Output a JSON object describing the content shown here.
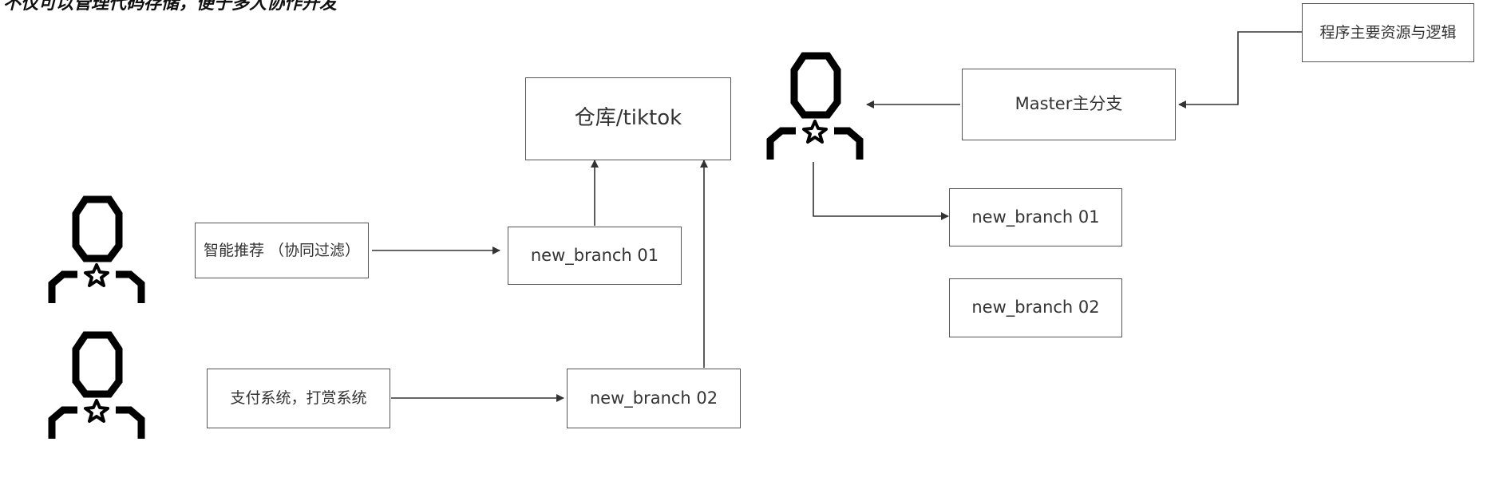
{
  "header": {
    "text": "不仅可以管理代码存储，便于多人协作开发"
  },
  "nodes": {
    "repo": "仓库/tiktok",
    "master": "Master主分支",
    "resource": "程序主要资源与逻辑",
    "rec_feature": "智能推荐 （协同过滤）",
    "pay_feature": "支付系统，打赏系统",
    "left_branch_01": "new_branch 01",
    "left_branch_02": "new_branch 02",
    "right_branch_01": "new_branch 01",
    "right_branch_02": "new_branch 02"
  },
  "icons": [
    "person-icon",
    "person-icon",
    "person-icon"
  ],
  "colors": {
    "line": "#333333",
    "box_border": "#555555",
    "icon": "#000000"
  }
}
